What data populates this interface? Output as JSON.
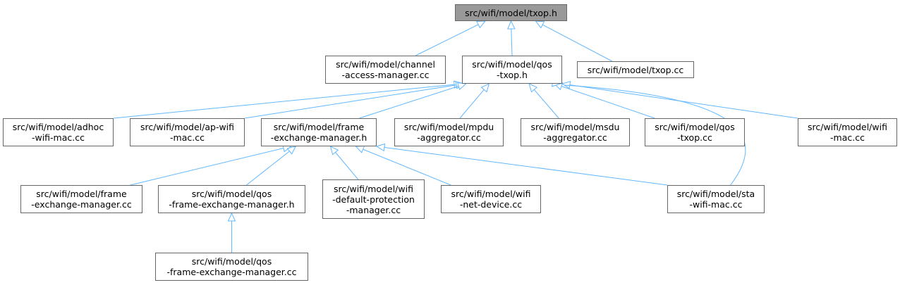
{
  "nodes": {
    "txop_h": {
      "label": "src/wifi/model/txop.h",
      "root": true
    },
    "cam_cc": {
      "label": "src/wifi/model/channel\n-access-manager.cc"
    },
    "qos_txop_h": {
      "label": "src/wifi/model/qos\n-txop.h"
    },
    "txop_cc": {
      "label": "src/wifi/model/txop.cc"
    },
    "adhoc_cc": {
      "label": "src/wifi/model/adhoc\n-wifi-mac.cc"
    },
    "ap_cc": {
      "label": "src/wifi/model/ap-wifi\n-mac.cc"
    },
    "fem_h": {
      "label": "src/wifi/model/frame\n-exchange-manager.h"
    },
    "mpdu_cc": {
      "label": "src/wifi/model/mpdu\n-aggregator.cc"
    },
    "msdu_cc": {
      "label": "src/wifi/model/msdu\n-aggregator.cc"
    },
    "qos_txop_cc": {
      "label": "src/wifi/model/qos\n-txop.cc"
    },
    "wifi_mac_cc": {
      "label": "src/wifi/model/wifi\n-mac.cc"
    },
    "fem_cc": {
      "label": "src/wifi/model/frame\n-exchange-manager.cc"
    },
    "qfem_h": {
      "label": "src/wifi/model/qos\n-frame-exchange-manager.h"
    },
    "dpm_cc": {
      "label": "src/wifi/model/wifi\n-default-protection\n-manager.cc"
    },
    "netdev_cc": {
      "label": "src/wifi/model/wifi\n-net-device.cc"
    },
    "sta_cc": {
      "label": "src/wifi/model/sta\n-wifi-mac.cc"
    },
    "qfem_cc": {
      "label": "src/wifi/model/qos\n-frame-exchange-manager.cc"
    }
  },
  "edges": [
    [
      "cam_cc",
      "txop_h"
    ],
    [
      "qos_txop_h",
      "txop_h"
    ],
    [
      "txop_cc",
      "txop_h"
    ],
    [
      "adhoc_cc",
      "qos_txop_h"
    ],
    [
      "ap_cc",
      "qos_txop_h"
    ],
    [
      "fem_h",
      "qos_txop_h"
    ],
    [
      "mpdu_cc",
      "qos_txop_h"
    ],
    [
      "msdu_cc",
      "qos_txop_h"
    ],
    [
      "qos_txop_cc",
      "qos_txop_h"
    ],
    [
      "wifi_mac_cc",
      "qos_txop_h"
    ],
    [
      "sta_cc",
      "qos_txop_h"
    ],
    [
      "fem_cc",
      "fem_h"
    ],
    [
      "qfem_h",
      "fem_h"
    ],
    [
      "dpm_cc",
      "fem_h"
    ],
    [
      "netdev_cc",
      "fem_h"
    ],
    [
      "sta_cc",
      "fem_h"
    ],
    [
      "qfem_cc",
      "qfem_h"
    ]
  ],
  "colors": {
    "edge": "#63b8ff",
    "border": "#666666",
    "root_fill": "#999999"
  }
}
